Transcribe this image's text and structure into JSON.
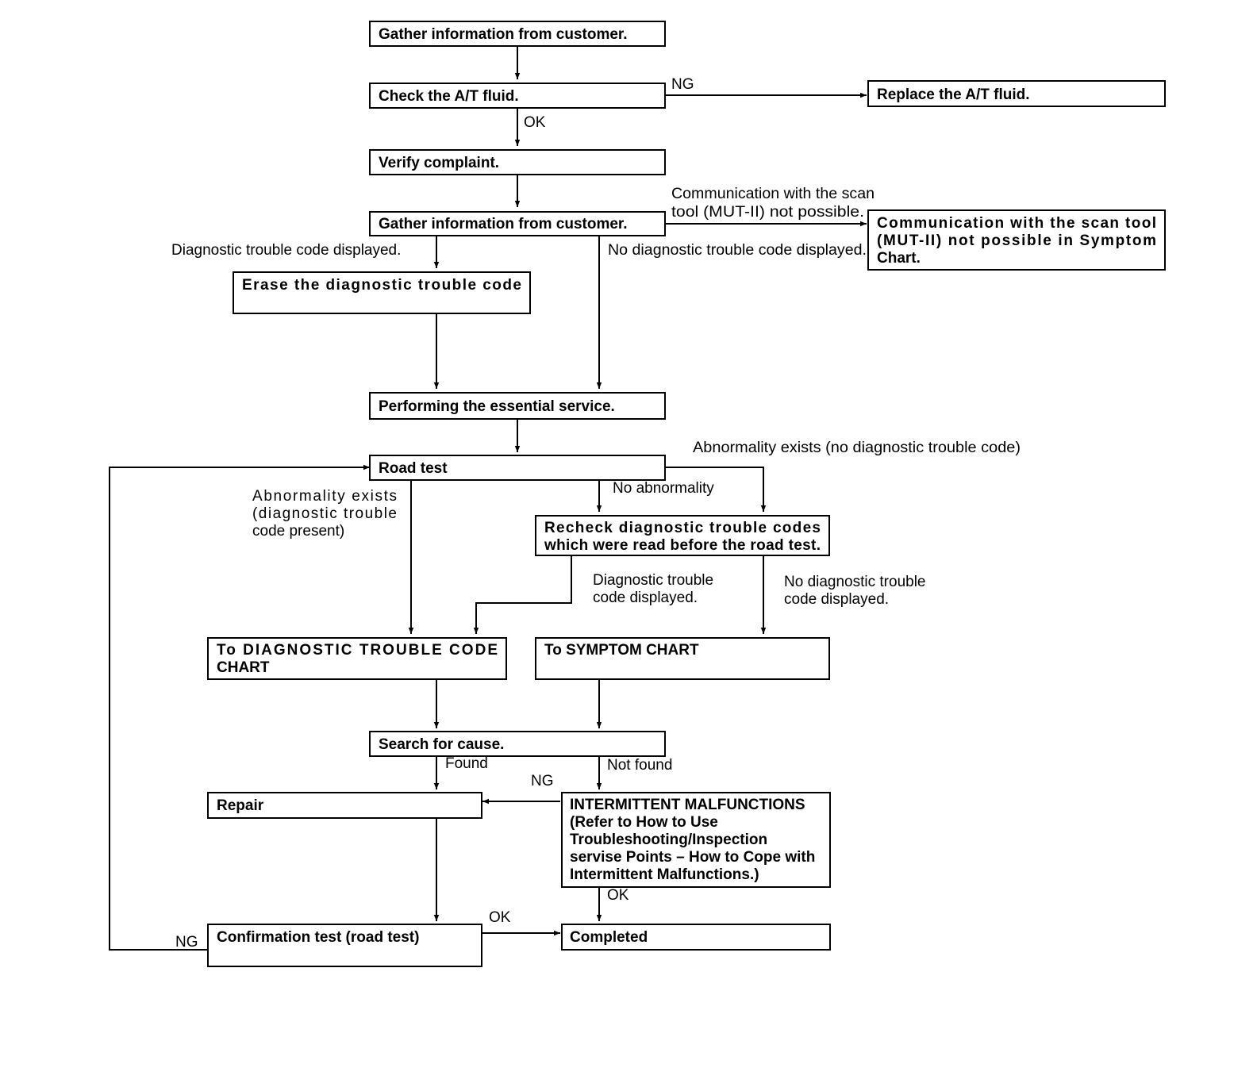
{
  "boxes": {
    "gather1": "Gather information from customer.",
    "check_fluid": "Check the A/T fluid.",
    "replace_fluid": "Replace the A/T fluid.",
    "verify": "Verify complaint.",
    "gather2": "Gather information from customer.",
    "comm_box": [
      "Communication with the scan tool",
      "(MUT-II) not possible in Symptom",
      "Chart."
    ],
    "erase": "Erase the diagnostic trouble code",
    "essential": "Performing the essential service.",
    "road_test": "Road test",
    "recheck": [
      "Recheck diagnostic trouble codes",
      "which were read before the road test."
    ],
    "to_dtc": [
      "To DIAGNOSTIC TROUBLE CODE",
      "CHART"
    ],
    "to_symptom": "To SYMPTOM CHART",
    "search": "Search for cause.",
    "repair": "Repair",
    "intermittent": [
      "INTERMITTENT MALFUNCTIONS",
      "(Refer to How to Use",
      "Troubleshooting/Inspection",
      "servise Points – How to Cope with",
      "Intermittent Malfunctions.)"
    ],
    "confirmation": "Confirmation test (road test)",
    "completed": "Completed"
  },
  "labels": {
    "ng_fluid": "NG",
    "ok_fluid": "OK",
    "comm_label": [
      "Communication with the scan",
      "tool (MUT-II) not possible."
    ],
    "dtc_displayed": "Diagnostic trouble code displayed.",
    "no_dtc_displayed": "No diagnostic trouble code displayed.",
    "abnormality_no_code": "Abnormality exists (no diagnostic trouble code)",
    "abnormality_code": [
      "Abnormality exists",
      "(diagnostic trouble",
      "code present)"
    ],
    "no_abnormality": "No abnormality",
    "dtc_displayed_2": [
      "Diagnostic trouble",
      "code displayed."
    ],
    "no_dtc_displayed_2": [
      "No diagnostic trouble",
      "code displayed."
    ],
    "found": "Found",
    "not_found": "Not found",
    "ng_intermittent": "NG",
    "ok_intermittent": "OK",
    "ok_confirm": "OK",
    "ng_confirm": "NG"
  }
}
